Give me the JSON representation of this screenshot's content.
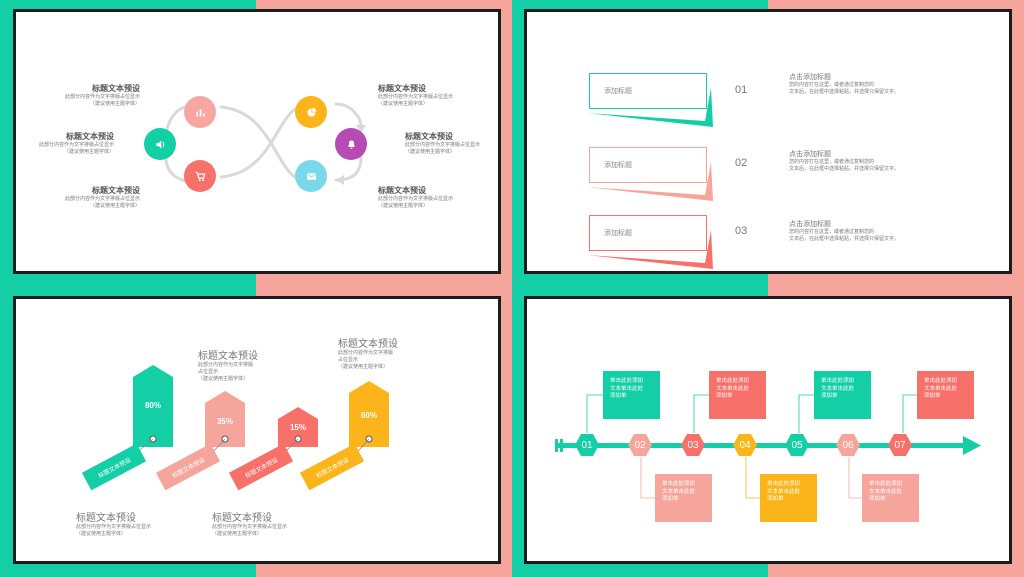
{
  "colors": {
    "teal": "#14cfa5",
    "pink": "#f6a59c",
    "coral": "#f8706a",
    "yellow": "#fbb51b",
    "purple": "#b54bb3",
    "cyan": "#79d8ea",
    "frame": "#1c1c1c"
  },
  "slide1": {
    "items": [
      {
        "title": "标题文本预设",
        "body1": "此部分内容作为文字排版占位显示",
        "body2": "（建议使用主题字体）"
      },
      {
        "title": "标题文本预设",
        "body1": "此部分内容作为文字排版占位显示",
        "body2": "（建议使用主题字体）"
      },
      {
        "title": "标题文本预设",
        "body1": "此部分内容作为文字排版占位显示",
        "body2": "（建议使用主题字体）"
      },
      {
        "title": "标题文本预设",
        "body1": "此部分内容作为文字排版占位显示",
        "body2": "（建议使用主题字体）"
      },
      {
        "title": "标题文本预设",
        "body1": "此部分内容作为文字排版占位显示",
        "body2": "（建议使用主题字体）"
      },
      {
        "title": "标题文本预设",
        "body1": "此部分内容作为文字排版占位显示",
        "body2": "（建议使用主题字体）"
      }
    ],
    "icons": [
      "chart-icon",
      "speaker-icon",
      "cart-icon",
      "pie-chart-icon",
      "bell-icon",
      "mail-icon"
    ]
  },
  "slide2": {
    "cards": [
      {
        "label": "添加标题",
        "num": "01",
        "title": "点击添加标题",
        "body1": "您的内容打在这里，或者通过复制您的",
        "body2": "文本后，在此框中选择粘贴，并选择只保留文字。"
      },
      {
        "label": "添加标题",
        "num": "02",
        "title": "点击添加标题",
        "body1": "您的内容打在这里，或者通过复制您的",
        "body2": "文本后，在此框中选择粘贴，并选择只保留文字。"
      },
      {
        "label": "添加标题",
        "num": "03",
        "title": "点击添加标题",
        "body1": "您的内容打在这里，或者通过复制您的",
        "body2": "文本后，在此框中选择粘贴，并选择只保留文字。"
      }
    ]
  },
  "slide3": {
    "bars": [
      {
        "value": "80%",
        "tag": "标题文本预设"
      },
      {
        "value": "35%",
        "tag": "标题文本预设"
      },
      {
        "value": "15%",
        "tag": "标题文本预设"
      },
      {
        "value": "60%",
        "tag": "标题文本预设"
      }
    ],
    "texts": [
      {
        "title": "标题文本预设",
        "body1": "此部分内容作为文字排版",
        "body2": "占位显示",
        "body3": "（建议使用主题字体）"
      },
      {
        "title": "标题文本预设",
        "body1": "此部分内容作为文字排版",
        "body2": "占位显示",
        "body3": "（建议使用主题字体）"
      },
      {
        "title": "标题文本预设",
        "body1": "此部分内容作为文字排版占位显示",
        "body2": "（建议使用主题字体）"
      },
      {
        "title": "标题文本预设",
        "body1": "此部分内容作为文字排版占位显示",
        "body2": "（建议使用主题字体）"
      }
    ]
  },
  "slide4": {
    "steps": [
      "01",
      "02",
      "03",
      "04",
      "05",
      "06",
      "07"
    ],
    "boxes": [
      {
        "l1": "单击此处添加",
        "l2": "文本单击此处",
        "l3": "添加单"
      },
      {
        "l1": "单击此处添加",
        "l2": "文本单击此处",
        "l3": "添加单"
      },
      {
        "l1": "单击此处添加",
        "l2": "文本单击此处",
        "l3": "添加单"
      },
      {
        "l1": "单击此处添加",
        "l2": "文本单击此处",
        "l3": "添加单"
      },
      {
        "l1": "单击此处添加",
        "l2": "文本单击此处",
        "l3": "添加单"
      },
      {
        "l1": "单击此处添加",
        "l2": "文本单击此处",
        "l3": "添加单"
      },
      {
        "l1": "单击此处添加",
        "l2": "文本单击此处",
        "l3": "添加单"
      }
    ]
  }
}
